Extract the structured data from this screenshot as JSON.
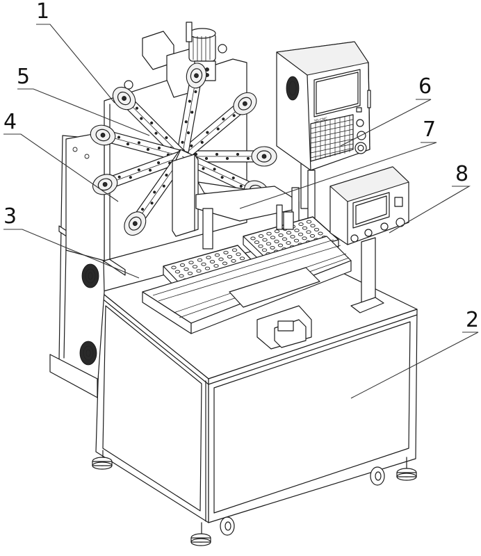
{
  "figure": {
    "type": "patent-style isometric line drawing",
    "subject": "automatic spring/wire forming machine"
  },
  "callouts": [
    {
      "id": "1",
      "label": "1"
    },
    {
      "id": "2",
      "label": "2"
    },
    {
      "id": "3",
      "label": "3"
    },
    {
      "id": "4",
      "label": "4"
    },
    {
      "id": "5",
      "label": "5"
    },
    {
      "id": "6",
      "label": "6"
    },
    {
      "id": "7",
      "label": "7"
    },
    {
      "id": "8",
      "label": "8"
    }
  ],
  "control_panel": {
    "brand_text": "3D-CNC"
  },
  "colors": {
    "line": "#1a1a1a",
    "background": "#ffffff"
  }
}
